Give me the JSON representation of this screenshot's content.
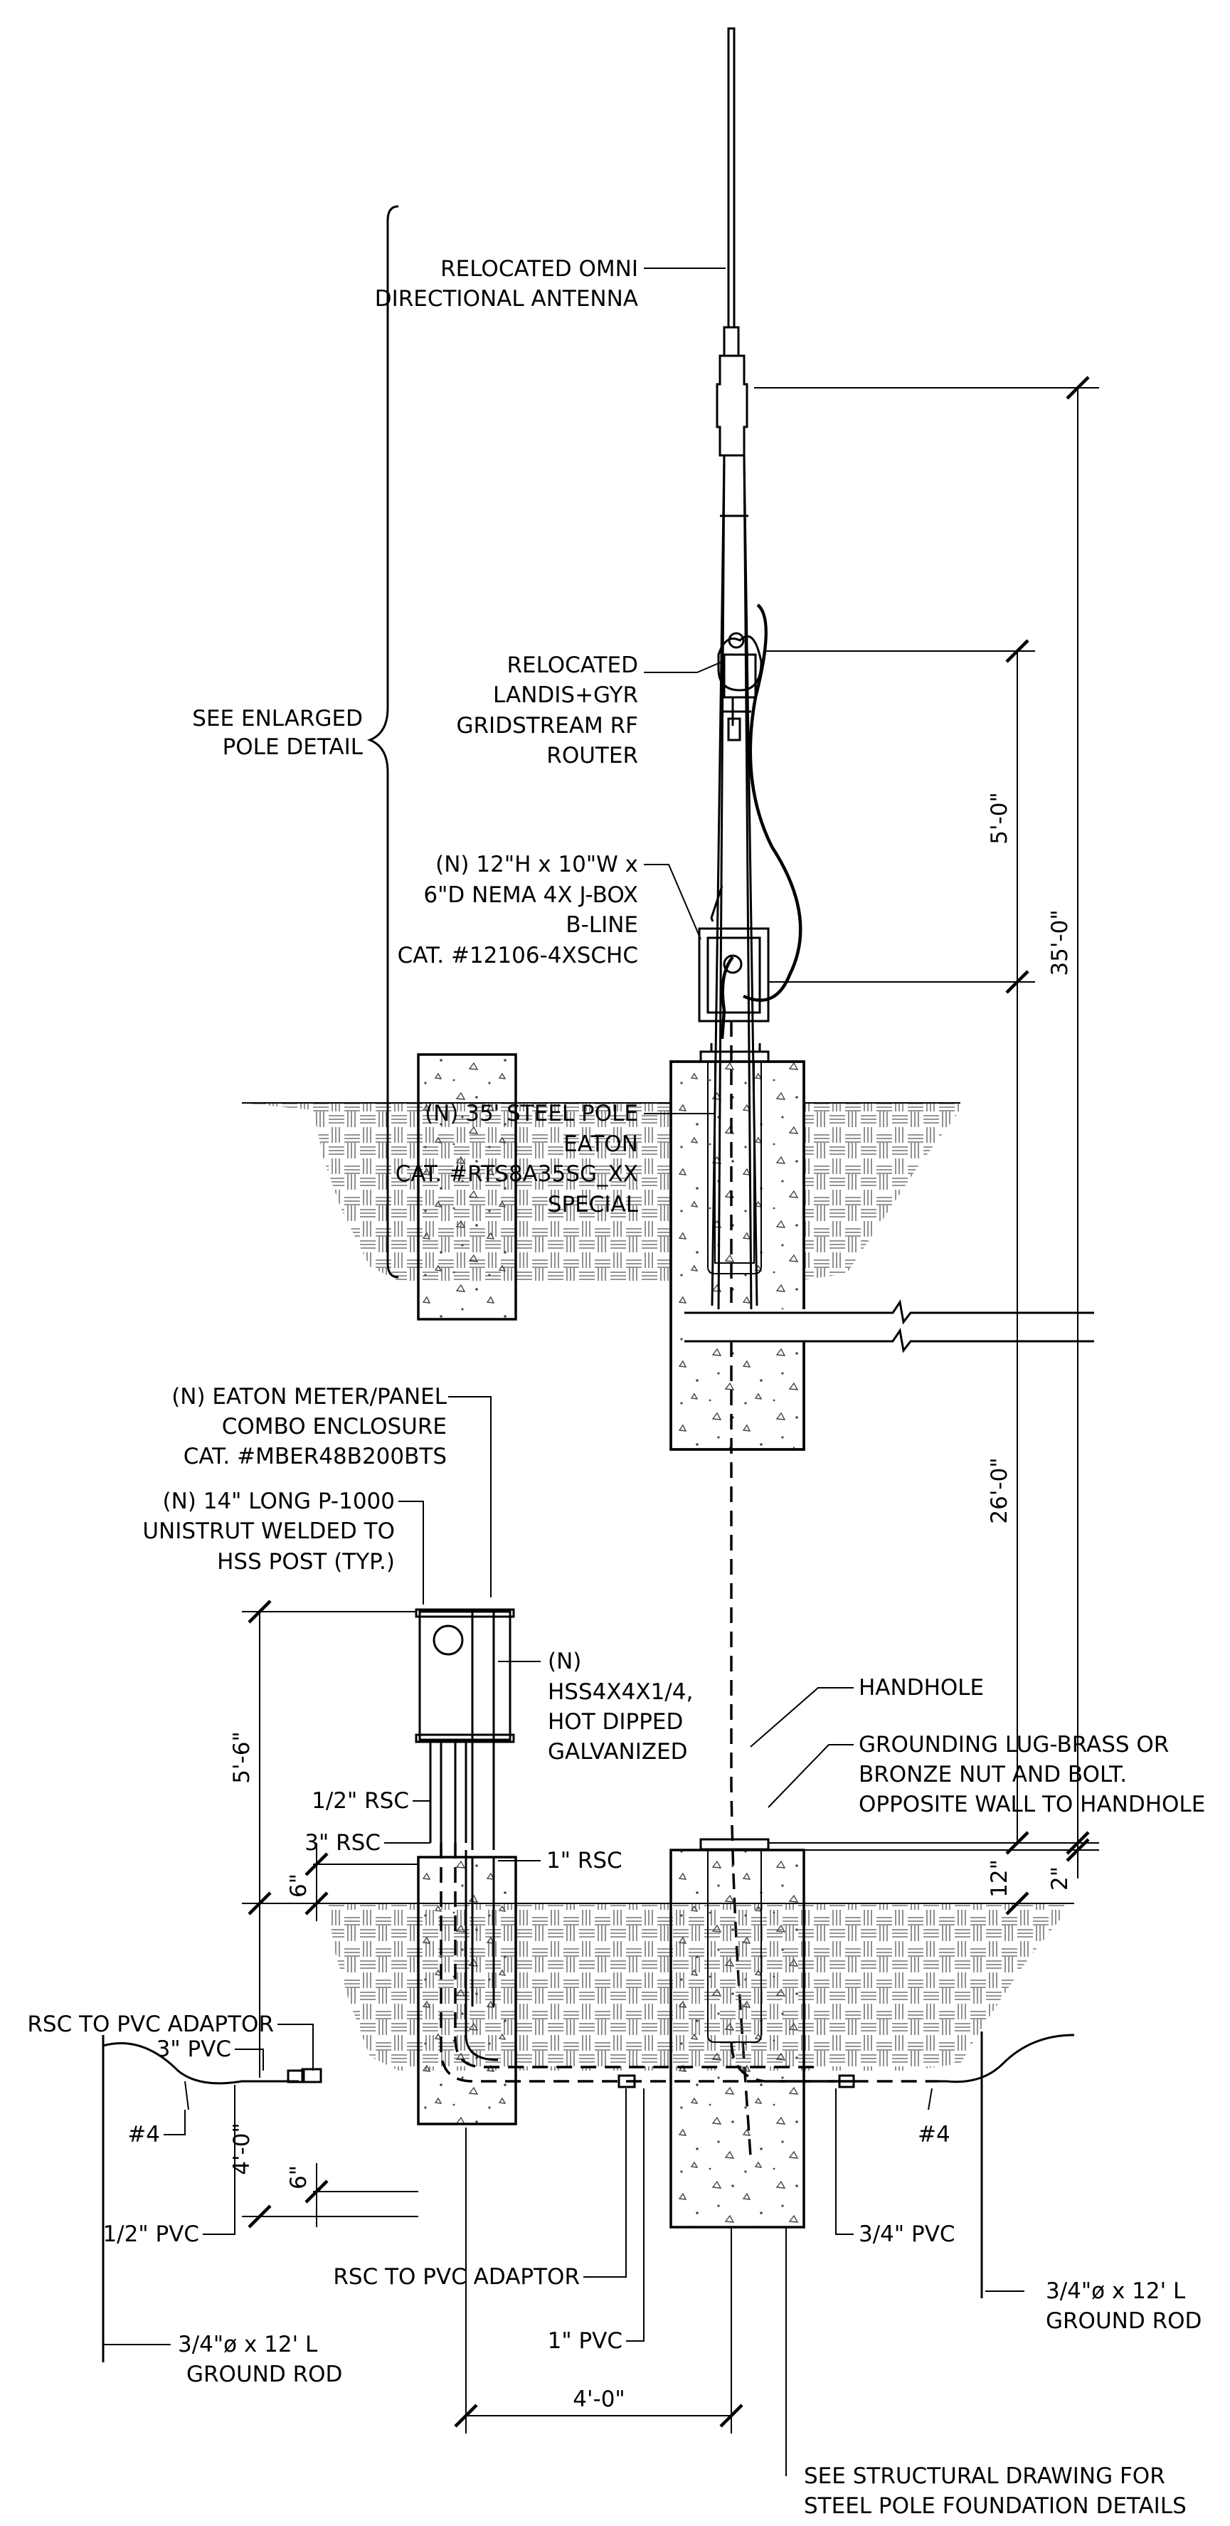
{
  "labels": {
    "antenna": [
      "RELOCATED OMNI",
      "DIRECTIONAL ANTENNA"
    ],
    "enlarged": [
      "SEE ENLARGED",
      "POLE DETAIL"
    ],
    "router": [
      "RELOCATED",
      "LANDIS+GYR",
      "GRIDSTREAM RF",
      "ROUTER"
    ],
    "jbox": [
      "(N) 12\"H x 10\"W x",
      "6\"D NEMA 4X J-BOX",
      "B-LINE",
      "CAT. #12106-4XSCHC"
    ],
    "steel_pole": [
      "(N) 35' STEEL POLE",
      "EATON",
      "CAT. #RTS8A35SG_XX",
      "SPECIAL"
    ],
    "meter": [
      "(N) EATON METER/PANEL",
      "COMBO ENCLOSURE",
      "CAT. #MBER48B200BTS"
    ],
    "unistrut": [
      "(N) 14\" LONG P-1000",
      "UNISTRUT WELDED TO",
      "HSS POST (TYP.)"
    ],
    "hss": [
      "(N)",
      "HSS4X4X1/4,",
      "HOT DIPPED",
      "GALVANIZED"
    ],
    "handhole": "HANDHOLE",
    "grounding_lug": [
      "GROUNDING LUG-BRASS OR",
      "BRONZE NUT AND BOLT.",
      "OPPOSITE WALL TO HANDHOLE"
    ],
    "rsc_half": "1/2\" RSC",
    "rsc_3": "3\" RSC",
    "rsc_1": "1\" RSC",
    "rsc_pvc_adaptor_top": "RSC TO PVC ADAPTOR",
    "pvc_3": "3\" PVC",
    "num4_left": "#4",
    "pvc_half": "1/2\" PVC",
    "ground_rod_left": [
      "3/4\"ø x 12' L",
      "GROUND ROD"
    ],
    "rsc_pvc_adaptor_bottom": "RSC TO PVC ADAPTOR",
    "pvc_1": "1\" PVC",
    "pvc_34": "3/4\" PVC",
    "num4_right": "#4",
    "ground_rod_right": [
      "3/4\"ø x 12' L",
      "GROUND ROD"
    ],
    "structural": [
      "SEE STRUCTURAL DRAWING FOR",
      "STEEL POLE FOUNDATION DETAILS"
    ]
  },
  "dimensions": {
    "d35": "35'-0\"",
    "d5": "5'-0\"",
    "d26": "26'-0\"",
    "d12": "12\"",
    "d2": "2\"",
    "d5_6": "5'-6\"",
    "d6_top": "6\"",
    "d4_0_vert": "4'-0\"",
    "d6_bottom": "6\"",
    "d4_0_horiz": "4'-0\""
  }
}
